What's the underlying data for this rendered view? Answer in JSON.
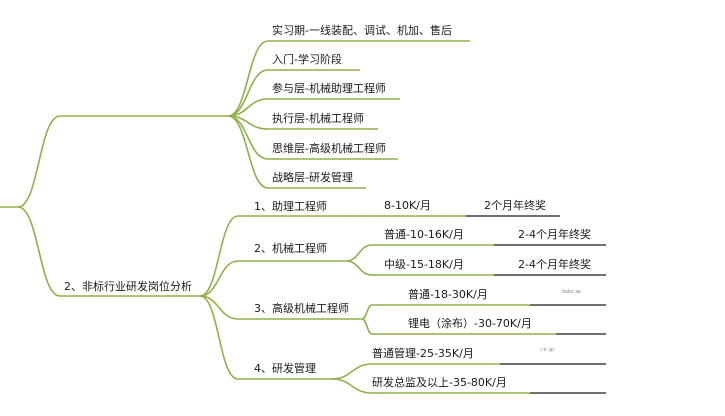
{
  "colors": {
    "branch": "#8fb04a",
    "underline": "#1a1a1a",
    "text": "#1a1a1a"
  },
  "stages": [
    {
      "label": "实习期-一线装配、调试、机加、售后"
    },
    {
      "label": "入门-学习阶段"
    },
    {
      "label": "参与层-机械助理工程师"
    },
    {
      "label": "执行层-机械工程师"
    },
    {
      "label": "思维层-高级机械工程师"
    },
    {
      "label": "战略层-研发管理"
    }
  ],
  "analysis": {
    "title": "2、非标行业研发岗位分析",
    "roles": [
      {
        "name": "1、助理工程师",
        "levels": [
          {
            "salary": "8-10K/月",
            "bonus": "2个月年终奖"
          }
        ]
      },
      {
        "name": "2、机械工程师",
        "levels": [
          {
            "salary": "普通-10-16K/月",
            "bonus": "2-4个月年终奖"
          },
          {
            "salary": "中级-15-18K/月",
            "bonus": "2-4个月年终奖"
          }
        ]
      },
      {
        "name": "3、高级机械工程师",
        "levels": [
          {
            "salary": "普通-18-30K/月",
            "bonus": ""
          },
          {
            "salary": "锂电（涂布）-30-70K/月",
            "bonus": ""
          }
        ]
      },
      {
        "name": "4、研发管理",
        "levels": [
          {
            "salary": "普通管理-25-35K/月",
            "bonus": ""
          },
          {
            "salary": "研发总监及以上-35-80K/月",
            "bonus": ""
          }
        ]
      }
    ]
  }
}
